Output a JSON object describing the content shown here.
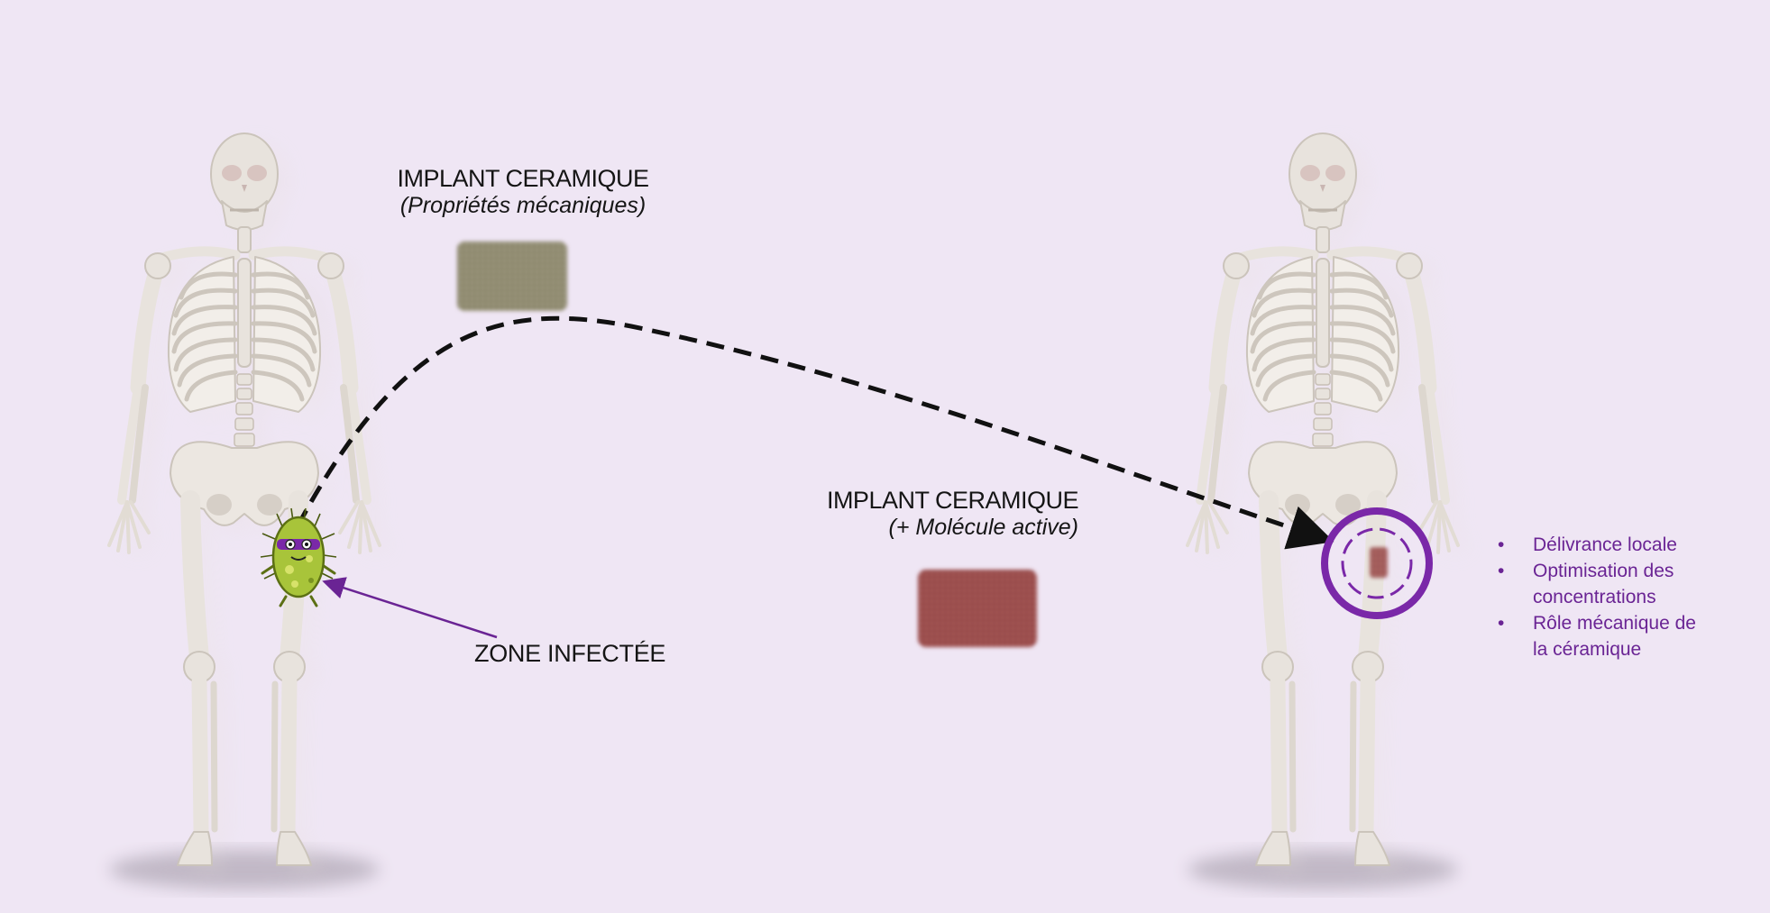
{
  "colors": {
    "background": "#efe6f4",
    "accent_purple": "#7a28a8",
    "bone": "#e8e3dd",
    "bone_shadow": "#8a8290",
    "implant_plain": "#8f8a6e",
    "implant_active": "#9a4a4a",
    "bacteria": "#a8c43a"
  },
  "icons": {
    "left_skeleton": "skeleton-icon",
    "right_skeleton": "skeleton-icon",
    "bacteria": "bacteria-monster-icon",
    "plain_implant": "ceramic-block-icon",
    "active_implant": "ceramic-block-icon"
  },
  "implant_plain": {
    "title": "IMPLANT CERAMIQUE",
    "subtitle": "(Propriétés mécaniques)"
  },
  "implant_active": {
    "title": "IMPLANT CERAMIQUE",
    "subtitle": "(+ Molécule active)"
  },
  "infected_zone": {
    "label": "ZONE INFECTÉE"
  },
  "benefits": [
    "Délivrance locale",
    "Optimisation des concentrations",
    "Rôle mécanique de la céramique"
  ]
}
